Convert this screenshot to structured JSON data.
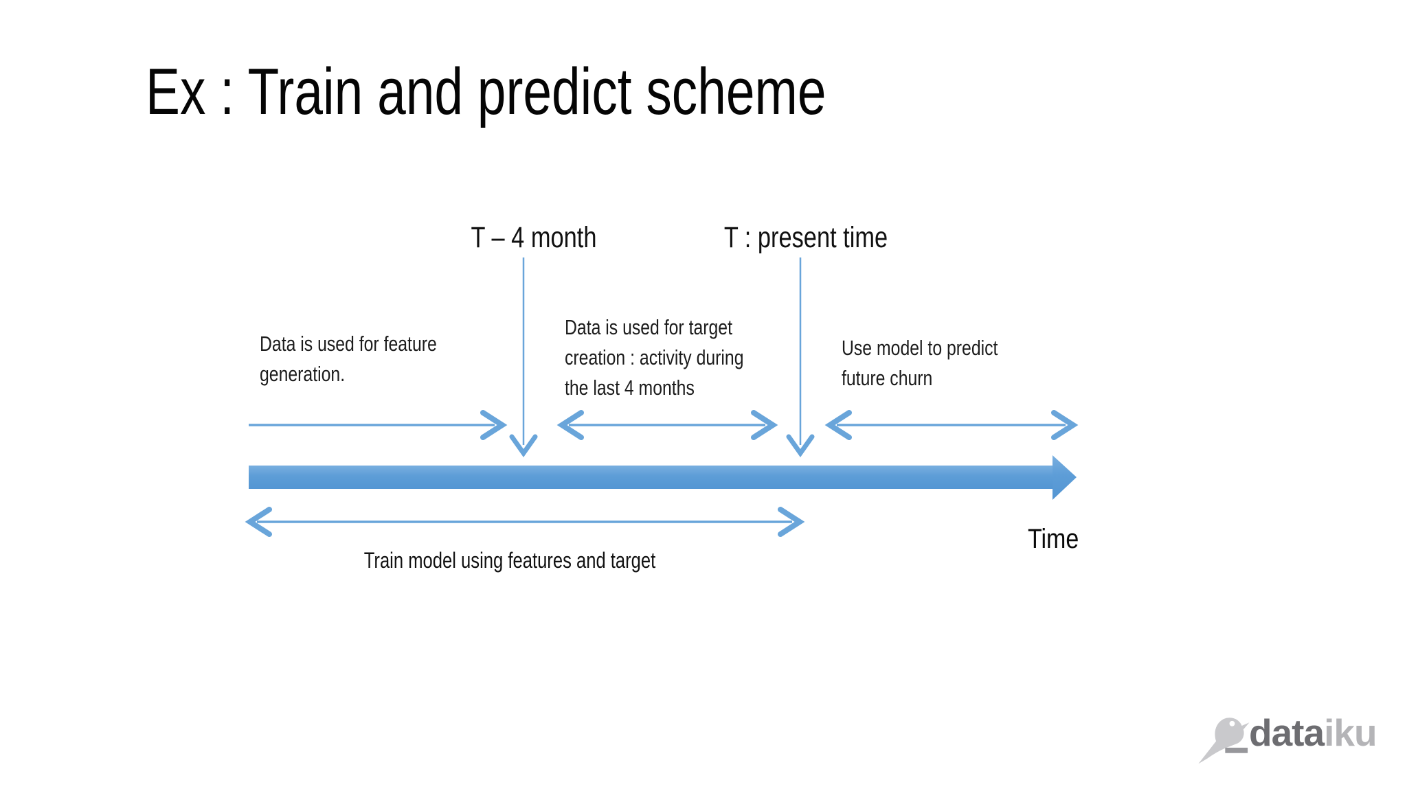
{
  "slide": {
    "title": "Ex : Train and predict scheme",
    "timeline": {
      "t4_label": "T – 4 month",
      "present_label": "T : present time",
      "time_axis_label": "Time"
    },
    "annotations": {
      "feature_block": {
        "lines": [
          "Data is used for feature",
          "generation."
        ]
      },
      "target_block": {
        "lines": [
          "Data is used for target",
          "creation : activity during",
          "the last 4 months"
        ]
      },
      "predict_block": {
        "lines": [
          "Use model to predict",
          "future churn"
        ]
      },
      "train_caption": "Train model using features and target"
    },
    "logo": {
      "icon": "bird-icon",
      "brand_dark": "data",
      "brand_light": "iku"
    }
  },
  "colors": {
    "arrow_blue": "#69a5da",
    "bar_blue": "#5b9bd5",
    "bar_blue_light": "#79afe0",
    "bar_blue_dark": "#5496d3",
    "text": "#111111",
    "logo_dark": "#6d6d71",
    "logo_light": "#b4b4b7",
    "logo_bird": "#c9c9cc",
    "logo_underscore": "#97979b"
  }
}
